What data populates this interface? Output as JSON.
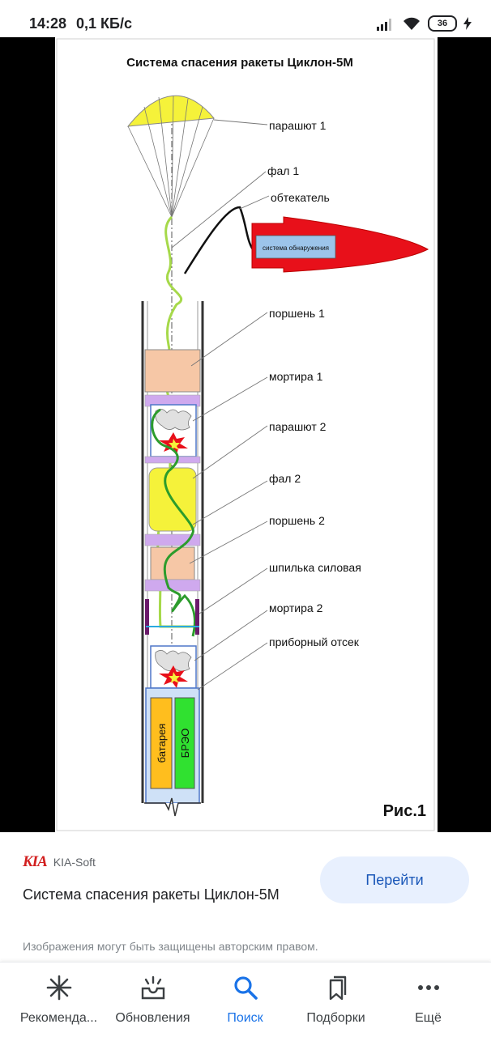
{
  "status_bar": {
    "time": "14:28",
    "speed": "0,1 КБ/с",
    "battery": "36"
  },
  "figure": {
    "title": "Система спасения ракеты Циклон-5М",
    "caption": "Рис.1",
    "labels": {
      "parachute1": "парашют 1",
      "line1": "фал 1",
      "fairing": "обтекатель",
      "detection": "система обнаружения",
      "piston1": "поршень 1",
      "mortar1": "мортира 1",
      "parachute2": "парашют 2",
      "line2": "фал 2",
      "piston2": "поршень 2",
      "stud": "шпилька силовая",
      "mortar2": "мортира 2",
      "instrument": "приборный отсек",
      "battery": "батарея",
      "breo": "БРЭО"
    }
  },
  "result": {
    "source_logo": "KIA",
    "source_name": "KIA-Soft",
    "title": "Система спасения ракеты Циклон-5М",
    "visit_label": "Перейти",
    "copyright": "Изображения могут быть защищены авторским правом."
  },
  "nav": {
    "items": [
      {
        "label": "Рекоменда...",
        "icon": "asterisk-icon"
      },
      {
        "label": "Обновления",
        "icon": "inbox-icon"
      },
      {
        "label": "Поиск",
        "icon": "search-icon"
      },
      {
        "label": "Подборки",
        "icon": "bookmarks-icon"
      },
      {
        "label": "Ещё",
        "icon": "more-dots-icon"
      }
    ],
    "active": "Поиск"
  },
  "colors": {
    "accent": "#1a73e8",
    "visit_bg": "#e8f0fe",
    "fairing": "#e8101a",
    "parachute": "#f5f23a",
    "piston": "#f6c7a6",
    "lilac": "#cfa9ee"
  }
}
